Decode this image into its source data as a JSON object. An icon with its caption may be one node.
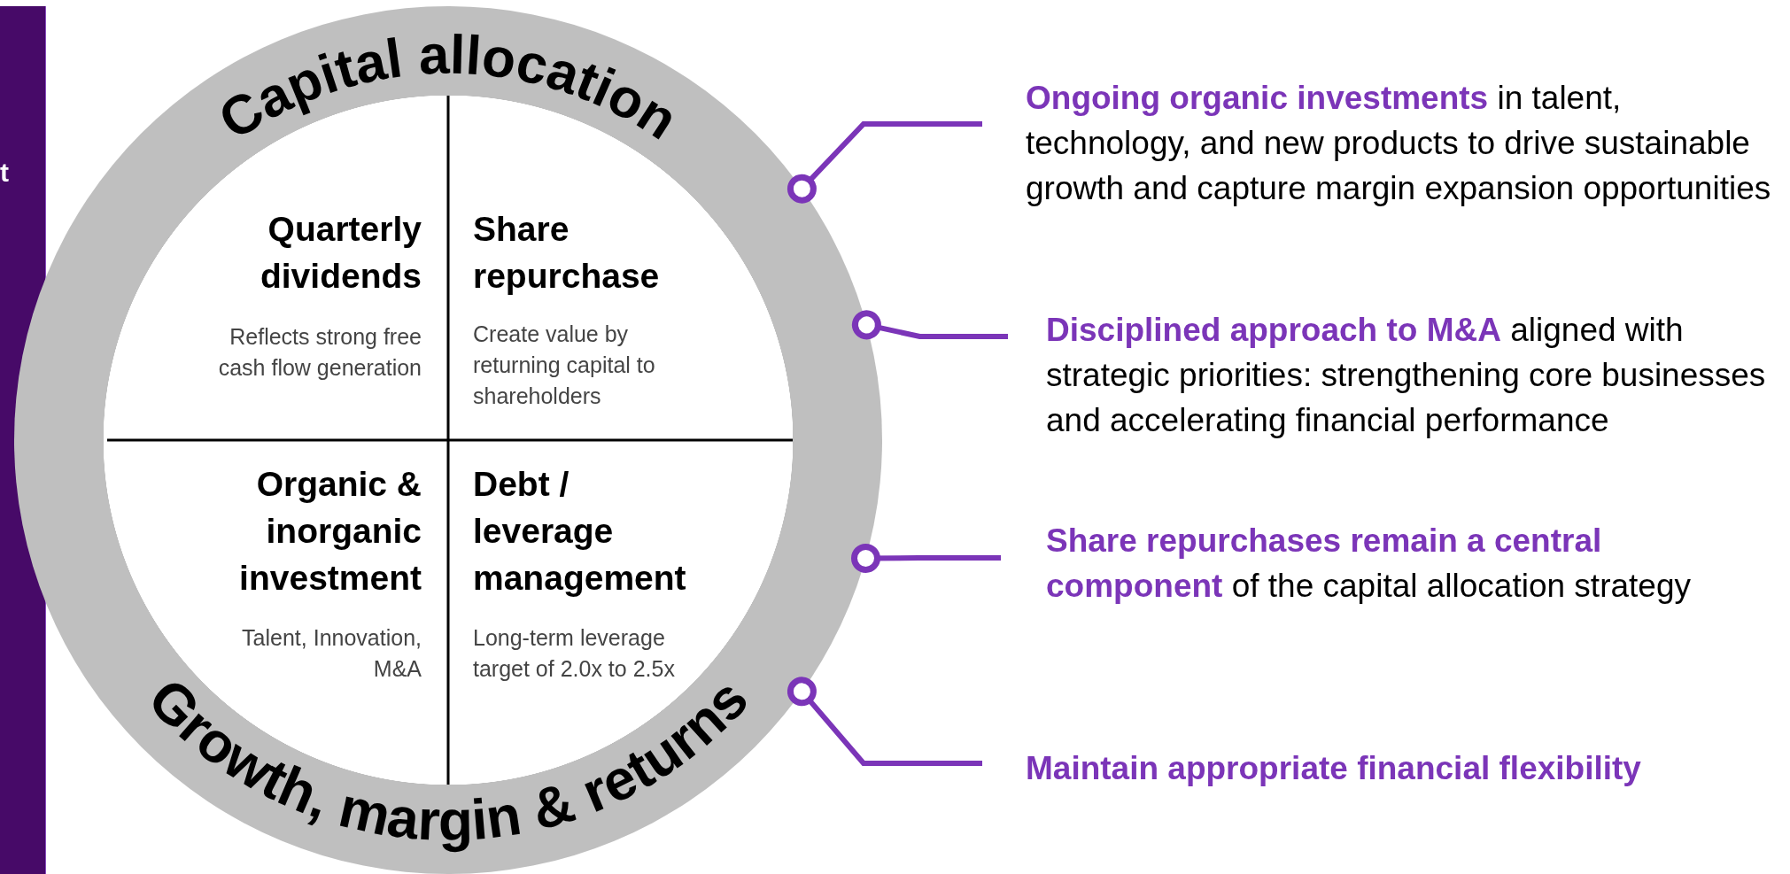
{
  "diagram": {
    "nodes": [
      {
        "text": [
          "Capital allocation",
          "Growth, margin & returns"
        ]
      },
      {
        "text": [
          "Quarterly dividends",
          "Reflects strong free cash flow generation"
        ],
        "in": 0
      },
      {
        "text": [
          "Share repurchase",
          "Create value by returning capital to shareholders"
        ],
        "in": 0
      },
      {
        "text": [
          "Organic & inorganic investment",
          "Talent, Innovation, M&A"
        ],
        "in": 0
      },
      {
        "text": [
          "Debt / leverage management",
          "Long-term leverage target of 2.0x to 2.5x"
        ],
        "in": 0
      },
      {
        "text": [
          "**Ongoing organic investments** in talent, technology, and new products to drive sustainable growth and capture margin expansion opportunities"
        ]
      },
      {
        "text": [
          "**Disciplined approach to M&A** aligned with strategic priorities: strengthening core businesses and accelerating financial performance"
        ]
      },
      {
        "text": [
          "**Share repurchases remain a central component** of the capital allocation strategy"
        ]
      },
      {
        "text": [
          "Maintain appropriate financial flexibility"
        ]
      }
    ],
    "edges": [
      {
        "from": 0,
        "to": 5,
        "arrow": "other"
      },
      {
        "from": 0,
        "to": 6,
        "arrow": "other"
      },
      {
        "from": 0,
        "to": 7,
        "arrow": "other"
      },
      {
        "from": 0,
        "to": 8,
        "arrow": "other"
      }
    ],
    "labels": [
      "t"
    ]
  }
}
